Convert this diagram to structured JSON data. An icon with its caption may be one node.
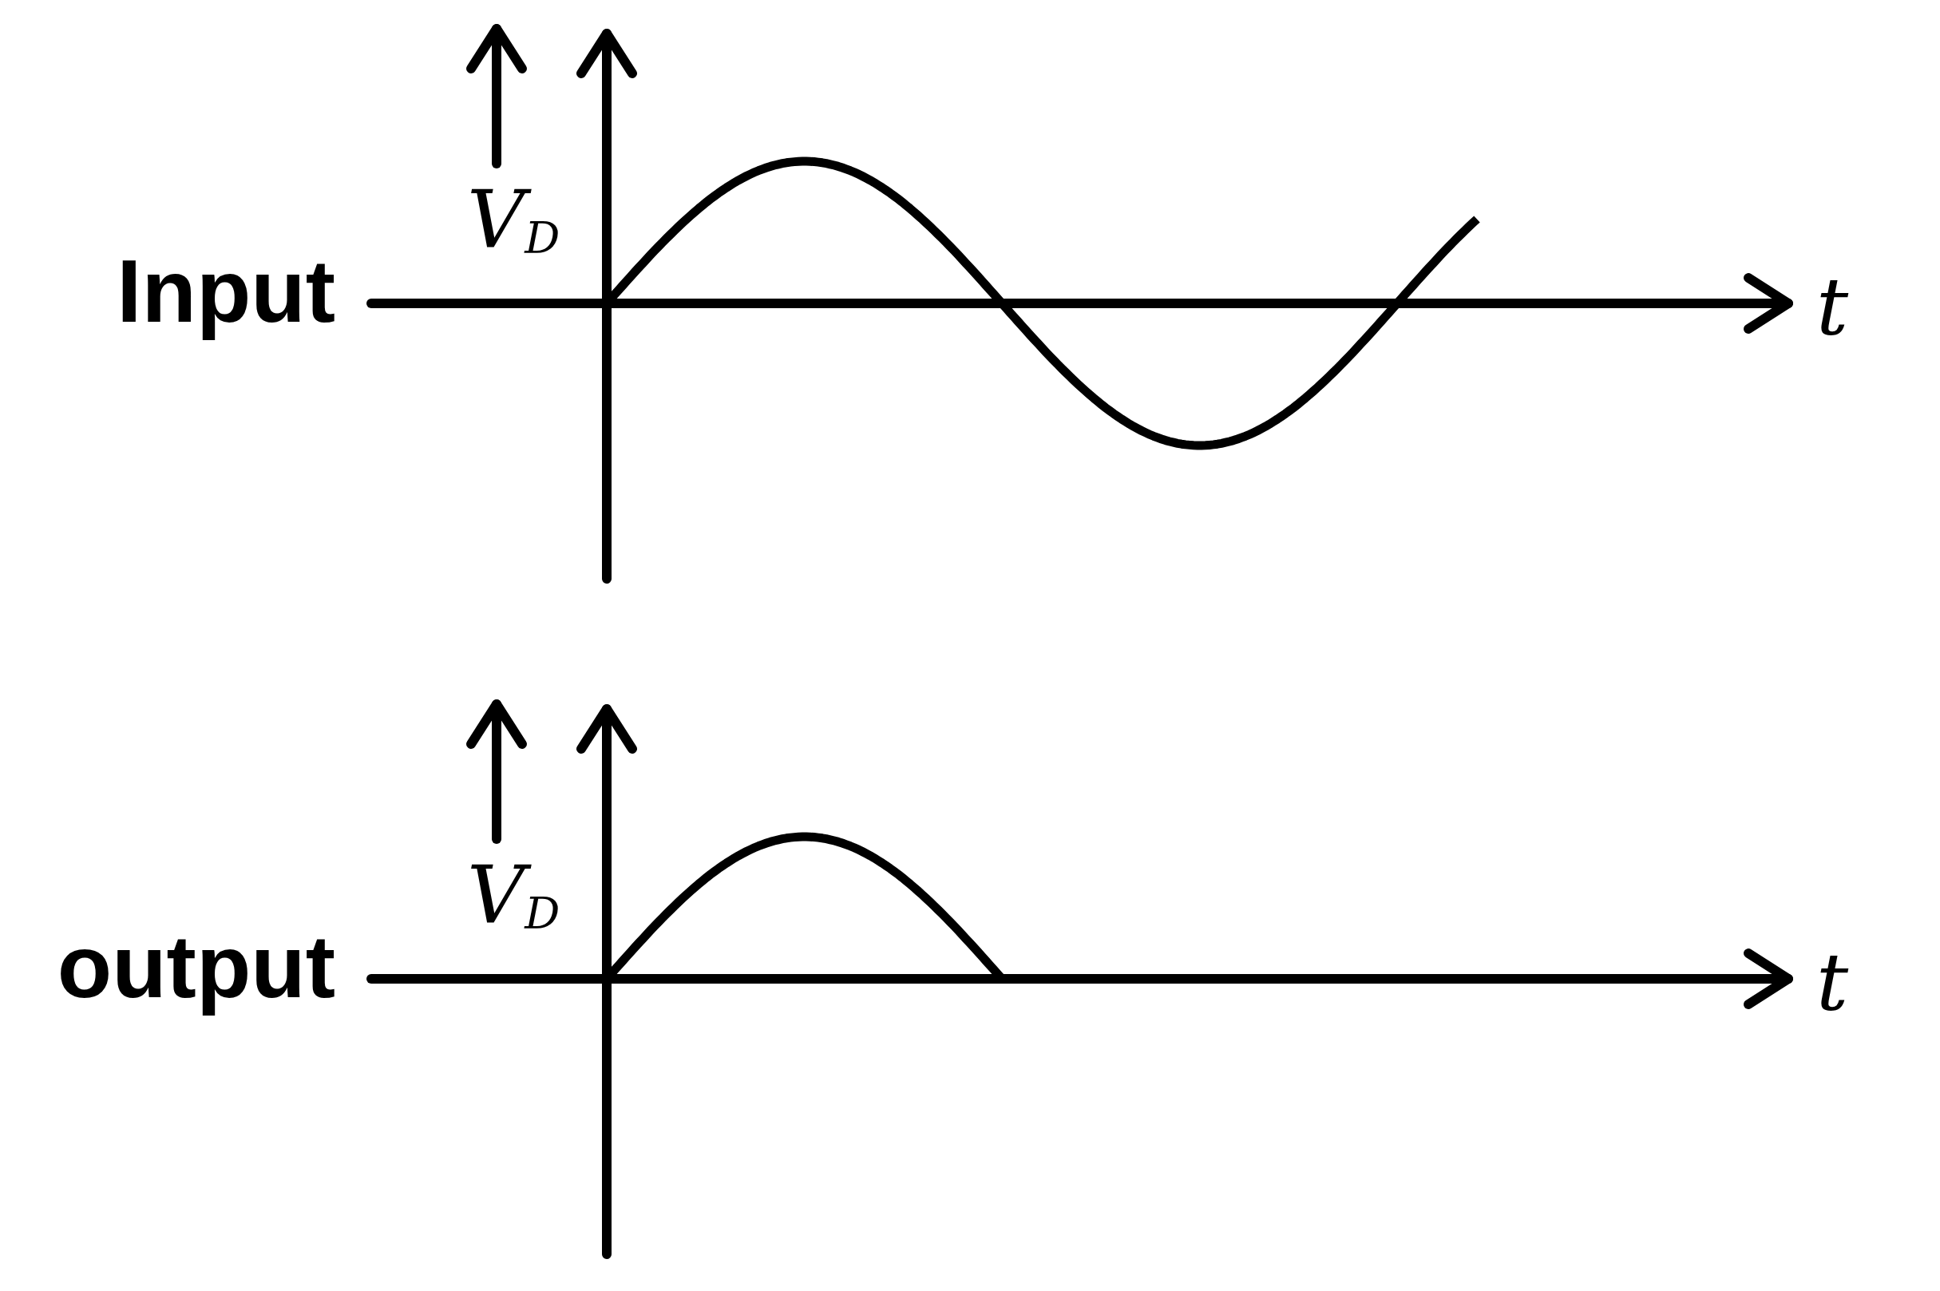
{
  "diagram": {
    "labels": [
      "Input",
      "V$_{D}$",
      "t",
      "output",
      "V$_{D}$",
      "t"
    ]
  }
}
